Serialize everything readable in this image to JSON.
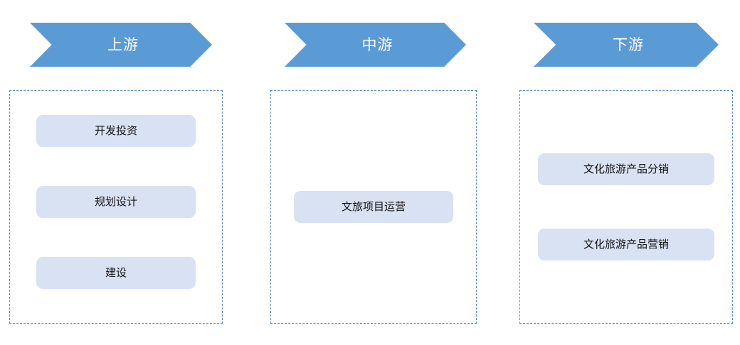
{
  "colors": {
    "arrow_fill": "#5B9BD5",
    "arrow_text": "#FFFFFF",
    "panel_border": "#5B8DB8",
    "pill_fill": "#D9E2F3",
    "pill_text": "#111111",
    "background": "#FFFFFF"
  },
  "columns": [
    {
      "stage_label": "上游",
      "items": [
        {
          "label": "开发投资"
        },
        {
          "label": "规划设计"
        },
        {
          "label": "建设"
        }
      ]
    },
    {
      "stage_label": "中游",
      "items": [
        {
          "label": "文旅项目运营"
        }
      ]
    },
    {
      "stage_label": "下游",
      "items": [
        {
          "label": "文化旅游产品分销"
        },
        {
          "label": "文化旅游产品营销"
        }
      ]
    }
  ]
}
